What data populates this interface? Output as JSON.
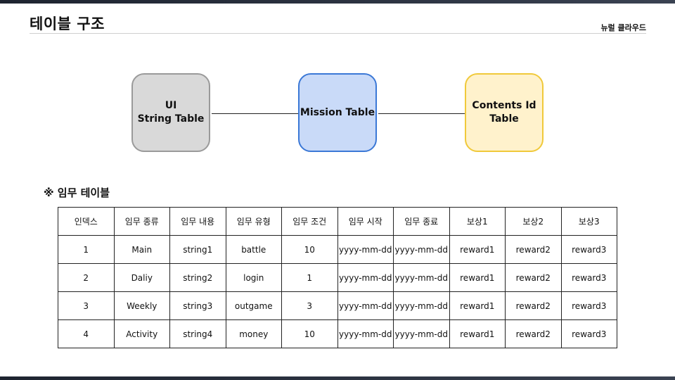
{
  "page": {
    "title": "테이블 구조",
    "brand": "뉴럴 클라우드"
  },
  "diagram": {
    "nodes": [
      {
        "label_line1": "UI",
        "label_line2": "String Table",
        "fill": "#d9d9d9",
        "stroke": "#9a9a9a"
      },
      {
        "label_line1": "Mission Table",
        "label_line2": "",
        "fill": "#c9daf8",
        "stroke": "#3b78d6"
      },
      {
        "label_line1": "Contents Id",
        "label_line2": "Table",
        "fill": "#fff2cc",
        "stroke": "#f0c93a"
      }
    ]
  },
  "section": {
    "title": "※  임무 테이블"
  },
  "table": {
    "headers": [
      "인덱스",
      "임무 종류",
      "임무 내용",
      "임무 유형",
      "임무 조건",
      "임무 시작",
      "임무 종료",
      "보상1",
      "보상2",
      "보상3"
    ],
    "rows": [
      [
        "1",
        "Main",
        "string1",
        "battle",
        "10",
        "yyyy-mm-dd",
        "yyyy-mm-dd",
        "reward1",
        "reward2",
        "reward3"
      ],
      [
        "2",
        "Daliy",
        "string2",
        "login",
        "1",
        "yyyy-mm-dd",
        "yyyy-mm-dd",
        "reward1",
        "reward2",
        "reward3"
      ],
      [
        "3",
        "Weekly",
        "string3",
        "outgame",
        "3",
        "yyyy-mm-dd",
        "yyyy-mm-dd",
        "reward1",
        "reward2",
        "reward3"
      ],
      [
        "4",
        "Activity",
        "string4",
        "money",
        "10",
        "yyyy-mm-dd",
        "yyyy-mm-dd",
        "reward1",
        "reward2",
        "reward3"
      ]
    ]
  }
}
